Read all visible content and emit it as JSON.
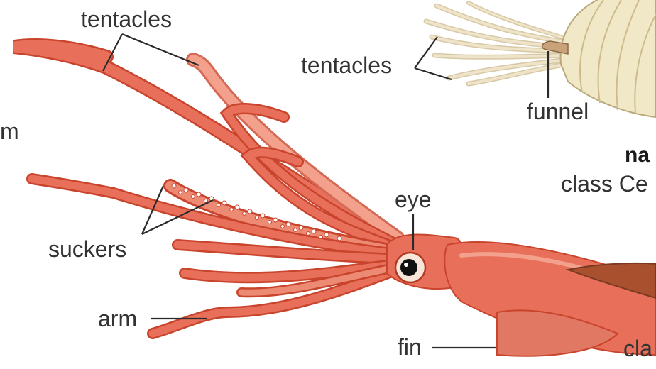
{
  "colors": {
    "squid_body": "#e8705a",
    "squid_dark": "#c9442c",
    "squid_light": "#f3a18c",
    "nautilus_shell": "#f1e8c8",
    "nautilus_shell_shade": "#d6c79a",
    "nautilus_tentacle": "#e9dcc0",
    "eye": "#111111",
    "label_text": "#333333"
  },
  "labels": {
    "tentacles_squid": "tentacles",
    "tentacles_nautilus": "tentacles",
    "funnel": "funnel",
    "m_partial": "m",
    "nautilus_name_partial": "na",
    "nautilus_class_partial": "class Ce",
    "suckers": "suckers",
    "eye": "eye",
    "arm": "arm",
    "fin": "fin",
    "squid_class_partial": "cla"
  }
}
